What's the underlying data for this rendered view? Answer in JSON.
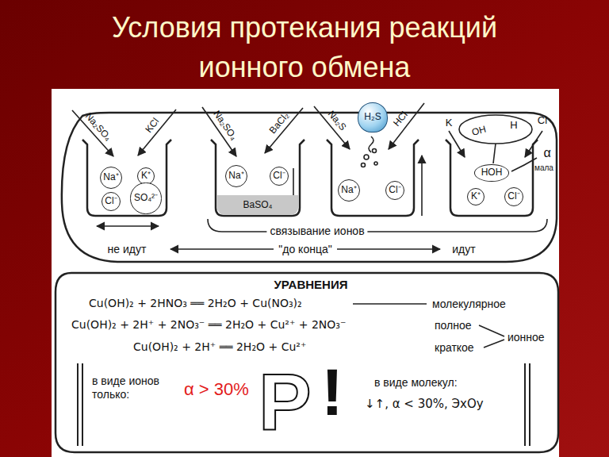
{
  "diagram": {
    "title": "Условия протекания реакций ионного обмена",
    "nodes": [
      {
        "text": [
          "связывание ионов",
          "не идут",
          "\"до конца\"",
          "идут"
        ]
      },
      {
        "text": [
          "Na⁺"
        ],
        "in": 0
      },
      {
        "text": [
          "K⁺"
        ],
        "in": 0
      },
      {
        "text": [
          "Cl⁻"
        ],
        "in": 0
      },
      {
        "text": [
          "SO₄²⁻"
        ],
        "in": 0
      },
      {
        "text": [
          "Na⁺"
        ],
        "in": 0
      },
      {
        "text": [
          "Cl⁻"
        ],
        "in": 0
      },
      {
        "text": [
          "BaSO₄"
        ],
        "in": 0
      },
      {
        "text": [
          "H₂S"
        ],
        "in": 0
      },
      {
        "text": [
          "Na⁺"
        ],
        "in": 0
      },
      {
        "text": [
          "Cl⁻"
        ],
        "in": 0
      },
      {
        "text": [
          "HOH"
        ],
        "in": 0
      },
      {
        "text": [
          "K⁺"
        ],
        "in": 0
      },
      {
        "text": [
          "Cl⁻"
        ],
        "in": 0
      },
      {
        "text": [
          "УРАВНЕНИЯ",
          "Cu(OH)₂ + 2HNO₃ ══ 2H₂O + Cu(NO₃)₂",
          "Cu(OH)₂ + 2H⁺ + 2NO₃⁻ ══ 2H₂O + Cu²⁺ + 2NO₃⁻",
          "Cu(OH)₂ + 2H⁺ ══ 2H₂O + Cu²⁺",
          "молекулярное",
          "полное",
          "ионное",
          "краткое",
          "в виде ионов только:",
          "α > 30%",
          "Р",
          "!",
          "в виде молекул:",
          "↓↑, α < 30%, ЭxOy"
        ]
      }
    ],
    "labels": [
      "Na₂SO₄",
      "KCl",
      "Na₂SO₄",
      "BaCl₂",
      "Na₂S",
      "HCl",
      "K",
      "OH",
      "H",
      "Cl",
      "α",
      "мала"
    ]
  }
}
